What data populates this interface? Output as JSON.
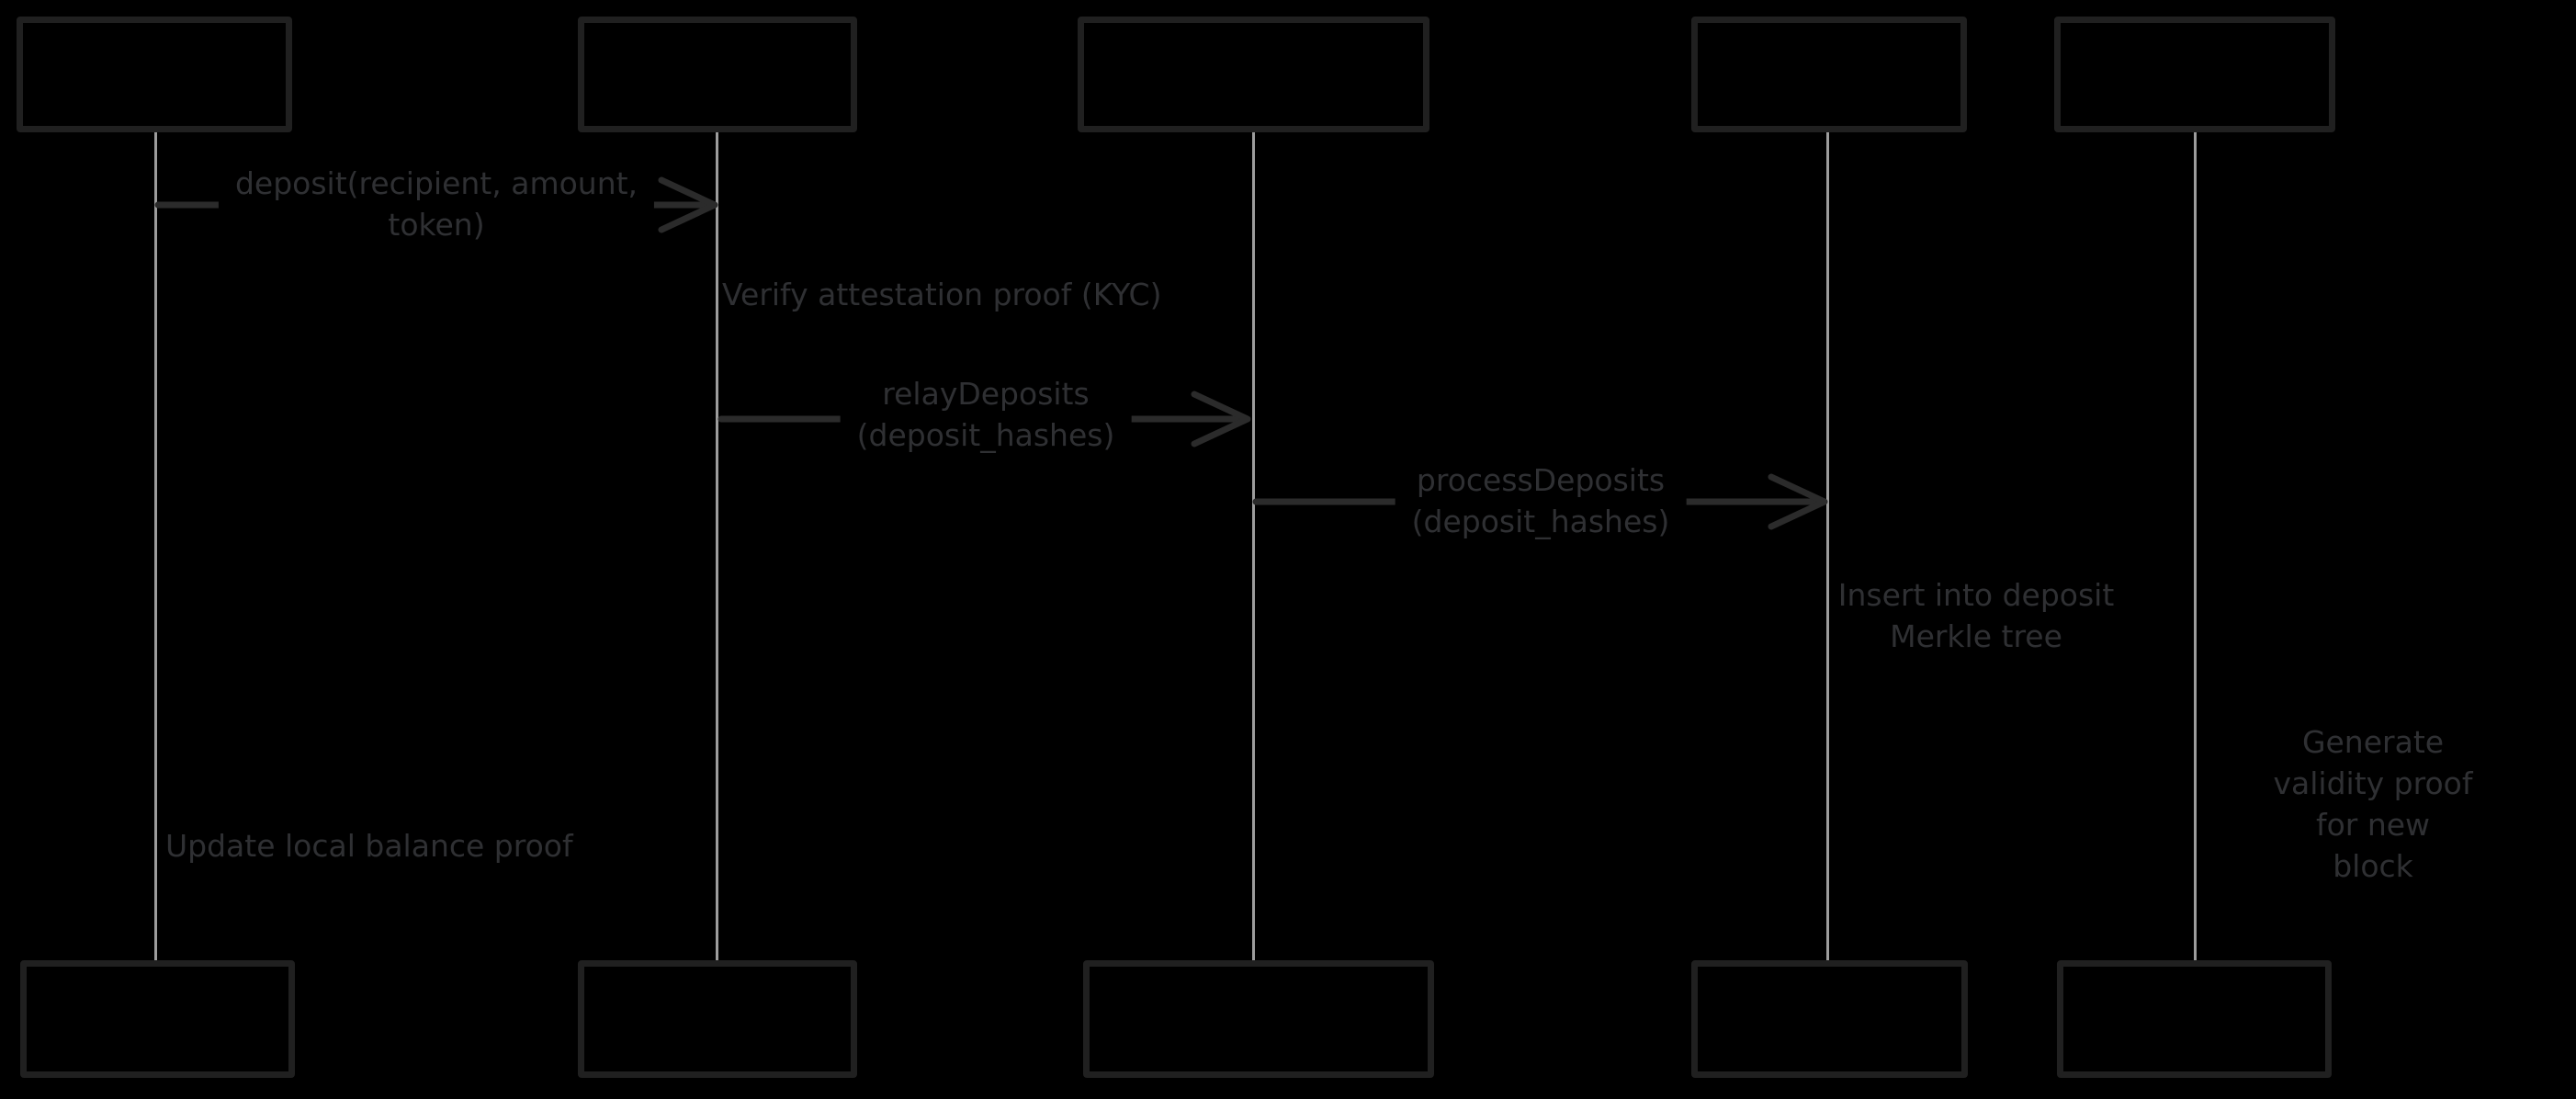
{
  "diagram": {
    "type": "sequence-diagram",
    "style": "hand-drawn, dark canvas",
    "colors": {
      "background": "#000000",
      "box_border": "#202020",
      "lifeline": "#9c9c9c",
      "ink": "#2f3033",
      "arrow": "#2b2b2b"
    },
    "actors": [
      {
        "id": "actor-1",
        "label": ""
      },
      {
        "id": "actor-2",
        "label": ""
      },
      {
        "id": "actor-3",
        "label": ""
      },
      {
        "id": "actor-4",
        "label": ""
      },
      {
        "id": "actor-5",
        "label": ""
      }
    ],
    "messages": [
      {
        "from": "actor-1",
        "to": "actor-2",
        "label": "deposit(recipient, amount,\ntoken)"
      },
      {
        "from": "actor-2",
        "to": "actor-3",
        "label": "relayDeposits\n(deposit_hashes)"
      },
      {
        "from": "actor-3",
        "to": "actor-4",
        "label": "processDeposits\n(deposit_hashes)"
      }
    ],
    "notes": [
      {
        "on": "actor-2",
        "text": "Verify attestation proof (KYC)"
      },
      {
        "on": "actor-4",
        "text": "Insert into deposit\nMerkle tree"
      },
      {
        "on": "actor-5",
        "text": "Generate validity proof\nfor new block"
      },
      {
        "on": "actor-1",
        "text": "Update local balance proof"
      }
    ]
  }
}
